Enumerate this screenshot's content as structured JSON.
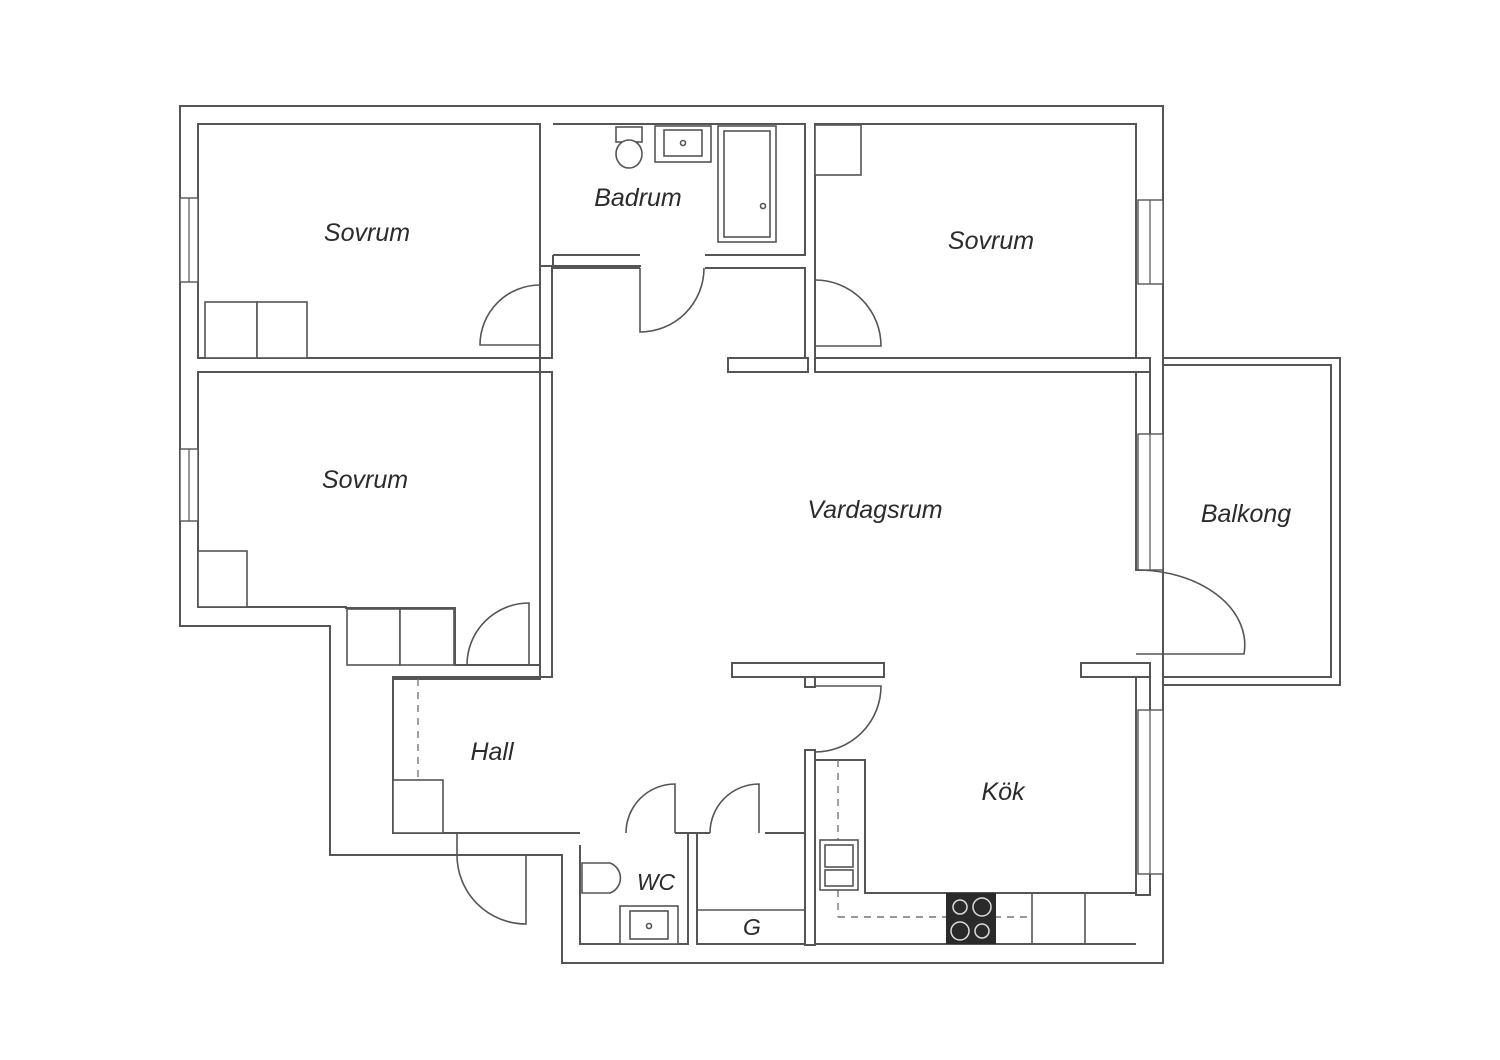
{
  "rooms": {
    "sovrum_top_left": "Sovrum",
    "badrum": "Badrum",
    "sovrum_top_right": "Sovrum",
    "sovrum_mid_left": "Sovrum",
    "vardagsrum": "Vardagsrum",
    "balkong": "Balkong",
    "hall": "Hall",
    "kok": "Kök",
    "wc": "WC",
    "g": "G"
  },
  "colors": {
    "line": "#555555",
    "text": "#2b2b2b",
    "stove": "#2a2a2a",
    "background": "#ffffff"
  }
}
